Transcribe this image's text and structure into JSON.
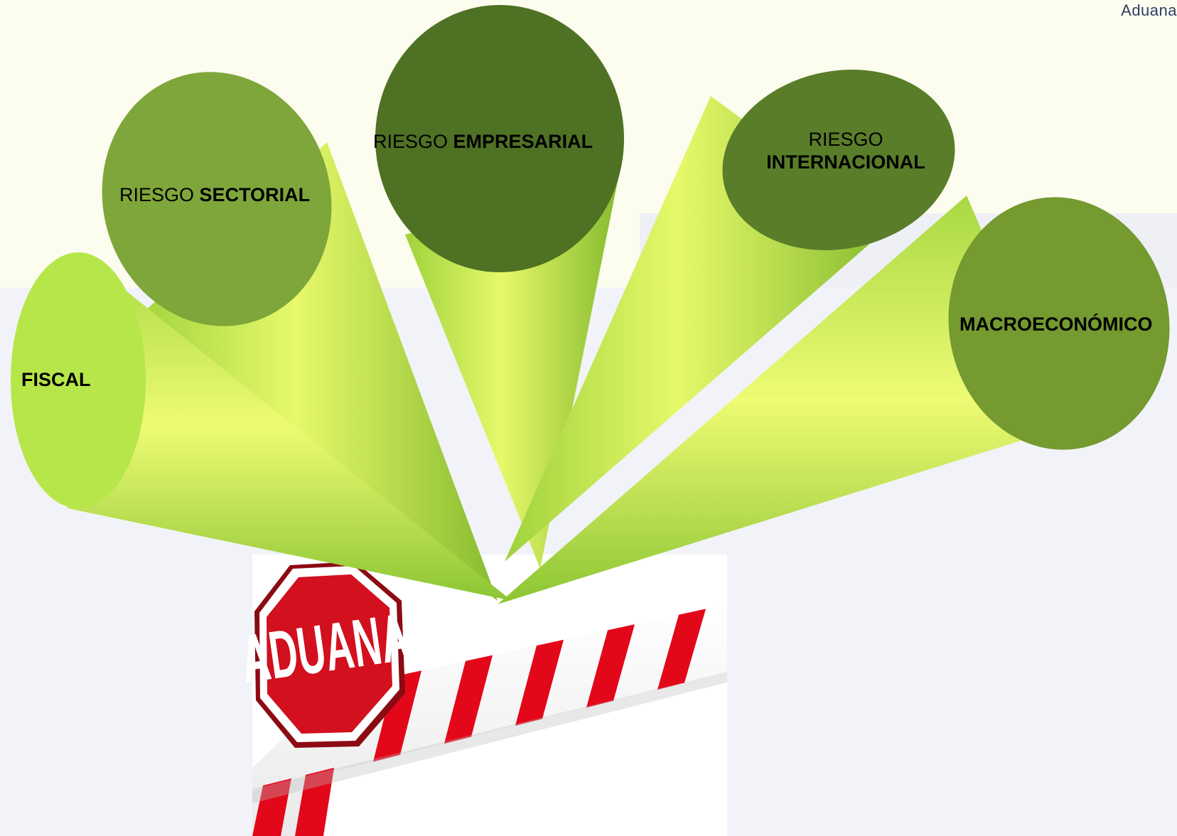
{
  "header": {
    "corner_text": "Aduana"
  },
  "diagram": {
    "cones": [
      {
        "id": "fiscal",
        "prefix": "",
        "emphasis": "FISCAL",
        "circle_color": "#b6e64a"
      },
      {
        "id": "sectorial",
        "prefix": "RIESGO",
        "emphasis": "SECTORIAL",
        "circle_color": "#7fa63a"
      },
      {
        "id": "empresarial",
        "prefix": "RIESGO",
        "emphasis": "EMPRESARIAL",
        "circle_color": "#4f7124"
      },
      {
        "id": "internacional",
        "prefix": "RIESGO",
        "emphasis": "INTERNACIONAL",
        "circle_color": "#5a7d29"
      },
      {
        "id": "macroeconomico",
        "prefix": "",
        "emphasis": "MACROECONÓMICO",
        "circle_color": "#749a30"
      }
    ],
    "cone_color_light": "#f0fa6e",
    "cone_color_dark": "#8dc233",
    "barrier": {
      "sign_text": "ADUANA",
      "sign_color": "#d2101e",
      "stripe_red": "#e3071a",
      "stripe_white": "#ffffff"
    }
  }
}
